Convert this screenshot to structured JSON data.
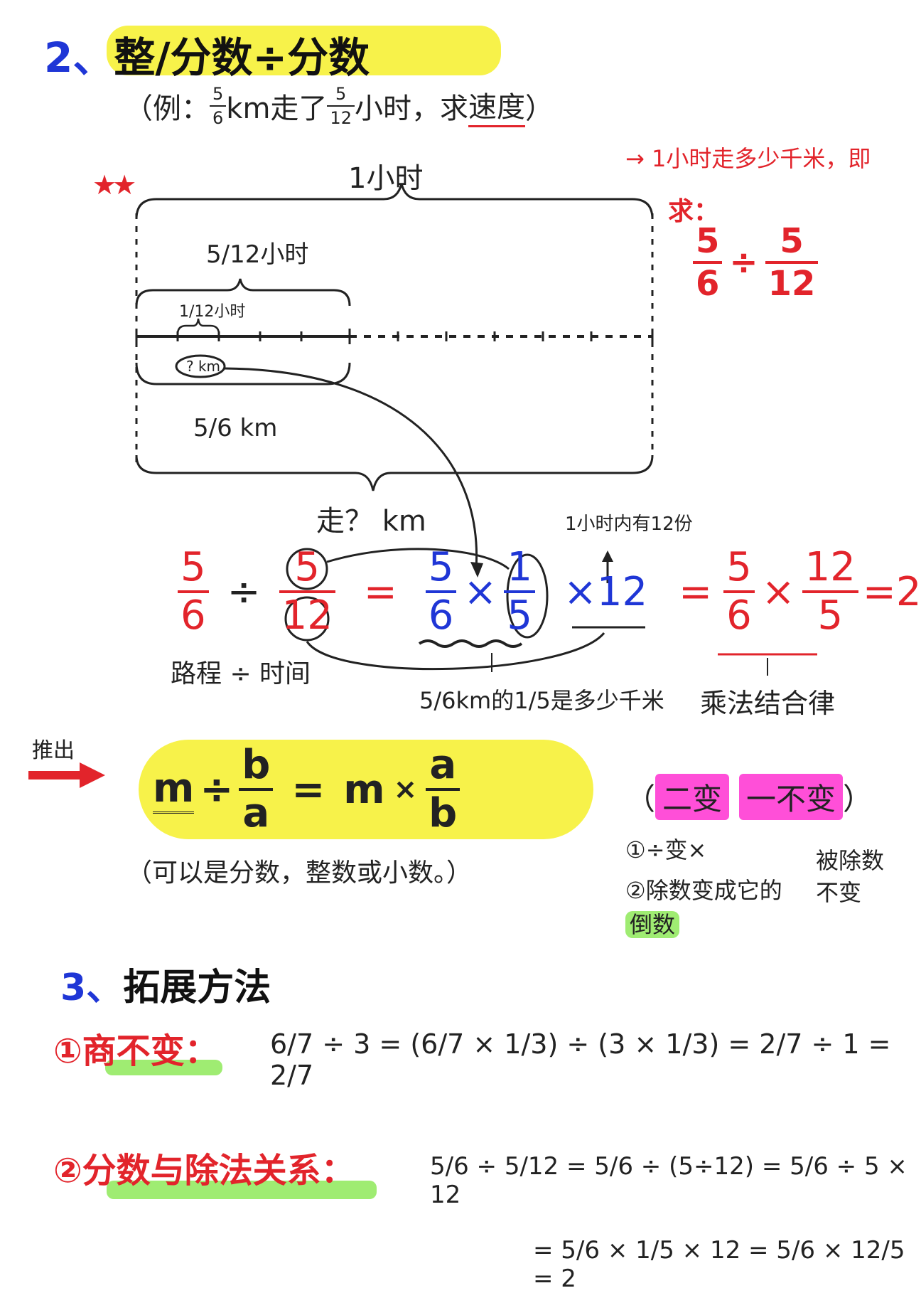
{
  "section2": {
    "num": "2、",
    "title": "整/分数÷分数",
    "example": {
      "open": "（例：",
      "dist_num": "5",
      "dist_den": "6",
      "dist_unit": "km走了",
      "time_num": "5",
      "time_den": "12",
      "time_unit": "小时，求",
      "target": "速度",
      "close": "）"
    },
    "speed_note": "1小时走多少千米，即",
    "qiu": "求：",
    "ask": {
      "a_num": "5",
      "a_den": "6",
      "op": "÷",
      "b_num": "5",
      "b_den": "12"
    },
    "stars": "★★"
  },
  "diagram": {
    "one_hour": "1小时",
    "five_12_hour": "5/12小时",
    "one_12_hour": "1/12小时",
    "q_km": "? km",
    "five_6_km": "5/6 km",
    "walk_q_km": "走？ km",
    "twelve_parts": "1小时内有12份"
  },
  "equation": {
    "a_num": "5",
    "a_den": "6",
    "div": "÷",
    "b_num": "5",
    "b_den": "12",
    "eq": "=",
    "c_num": "5",
    "c_den": "6",
    "times": "×",
    "d_num": "1",
    "d_den": "5",
    "times12": "×12",
    "eq2": "=",
    "e_num": "5",
    "e_den": "6",
    "f_num": "12",
    "f_den": "5",
    "result": "=2",
    "label_path": "路程 ÷ 时间",
    "label_fraction": "5/6km的1/5是多少千米",
    "label_assoc": "乘法结合律"
  },
  "rule": {
    "derive": "推出",
    "m": "m",
    "div": "÷",
    "b": "b",
    "a": "a",
    "eq": "=",
    "times": "×",
    "note": "（可以是分数，整数或小数。）",
    "change_open": "（",
    "two_change": "二变",
    "one_nochange": "一不变",
    "change_close": "）",
    "step1": "①÷变×",
    "step2_line1": "②除数变成它的",
    "step2_line2": "倒数",
    "dividend_nochange": "被除数不变"
  },
  "section3": {
    "num": "3、",
    "title": "拓展方法",
    "method1_label": "①商不变：",
    "method1_eq": "6/7 ÷ 3 = (6/7 × 1/3) ÷ (3 × 1/3) = 2/7 ÷ 1 = 2/7",
    "method2_label": "②分数与除法关系：",
    "method2_eq1": "5/6 ÷ 5/12 = 5/6 ÷ (5÷12) = 5/6 ÷ 5 × 12",
    "method2_eq2": "= 5/6 × 1/5 × 12 = 5/6 × 12/5 = 2"
  },
  "colors": {
    "red": "#e2242b",
    "blue": "#1f36d6",
    "yellow": "#f7f24a",
    "green": "#9fec72",
    "pink": "#ff4fd8"
  }
}
